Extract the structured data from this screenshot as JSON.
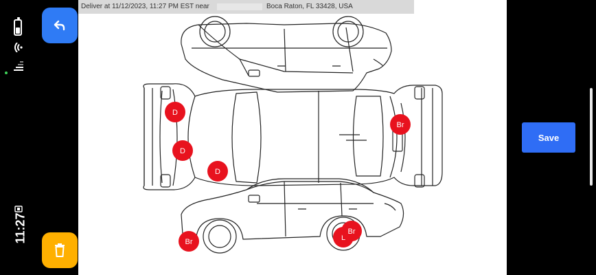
{
  "status": {
    "time": "11:27"
  },
  "buttons": {
    "back_icon": "undo-arrow-icon",
    "trash_icon": "trash-icon",
    "save_label": "Save"
  },
  "banner": {
    "prefix": "Deliver at 11/12/2023, 11:27 PM EST near",
    "location": "Boca Raton, FL 33428, USA"
  },
  "damage_markers": [
    {
      "label": "D"
    },
    {
      "label": "D"
    },
    {
      "label": "D"
    },
    {
      "label": "Br"
    },
    {
      "label": "Br"
    },
    {
      "label": "L"
    },
    {
      "label": "Br"
    }
  ],
  "colors": {
    "back_button": "#2f7bf5",
    "trash_button": "#ffb000",
    "save_button": "#2f6df5",
    "marker": "#e8121e"
  }
}
